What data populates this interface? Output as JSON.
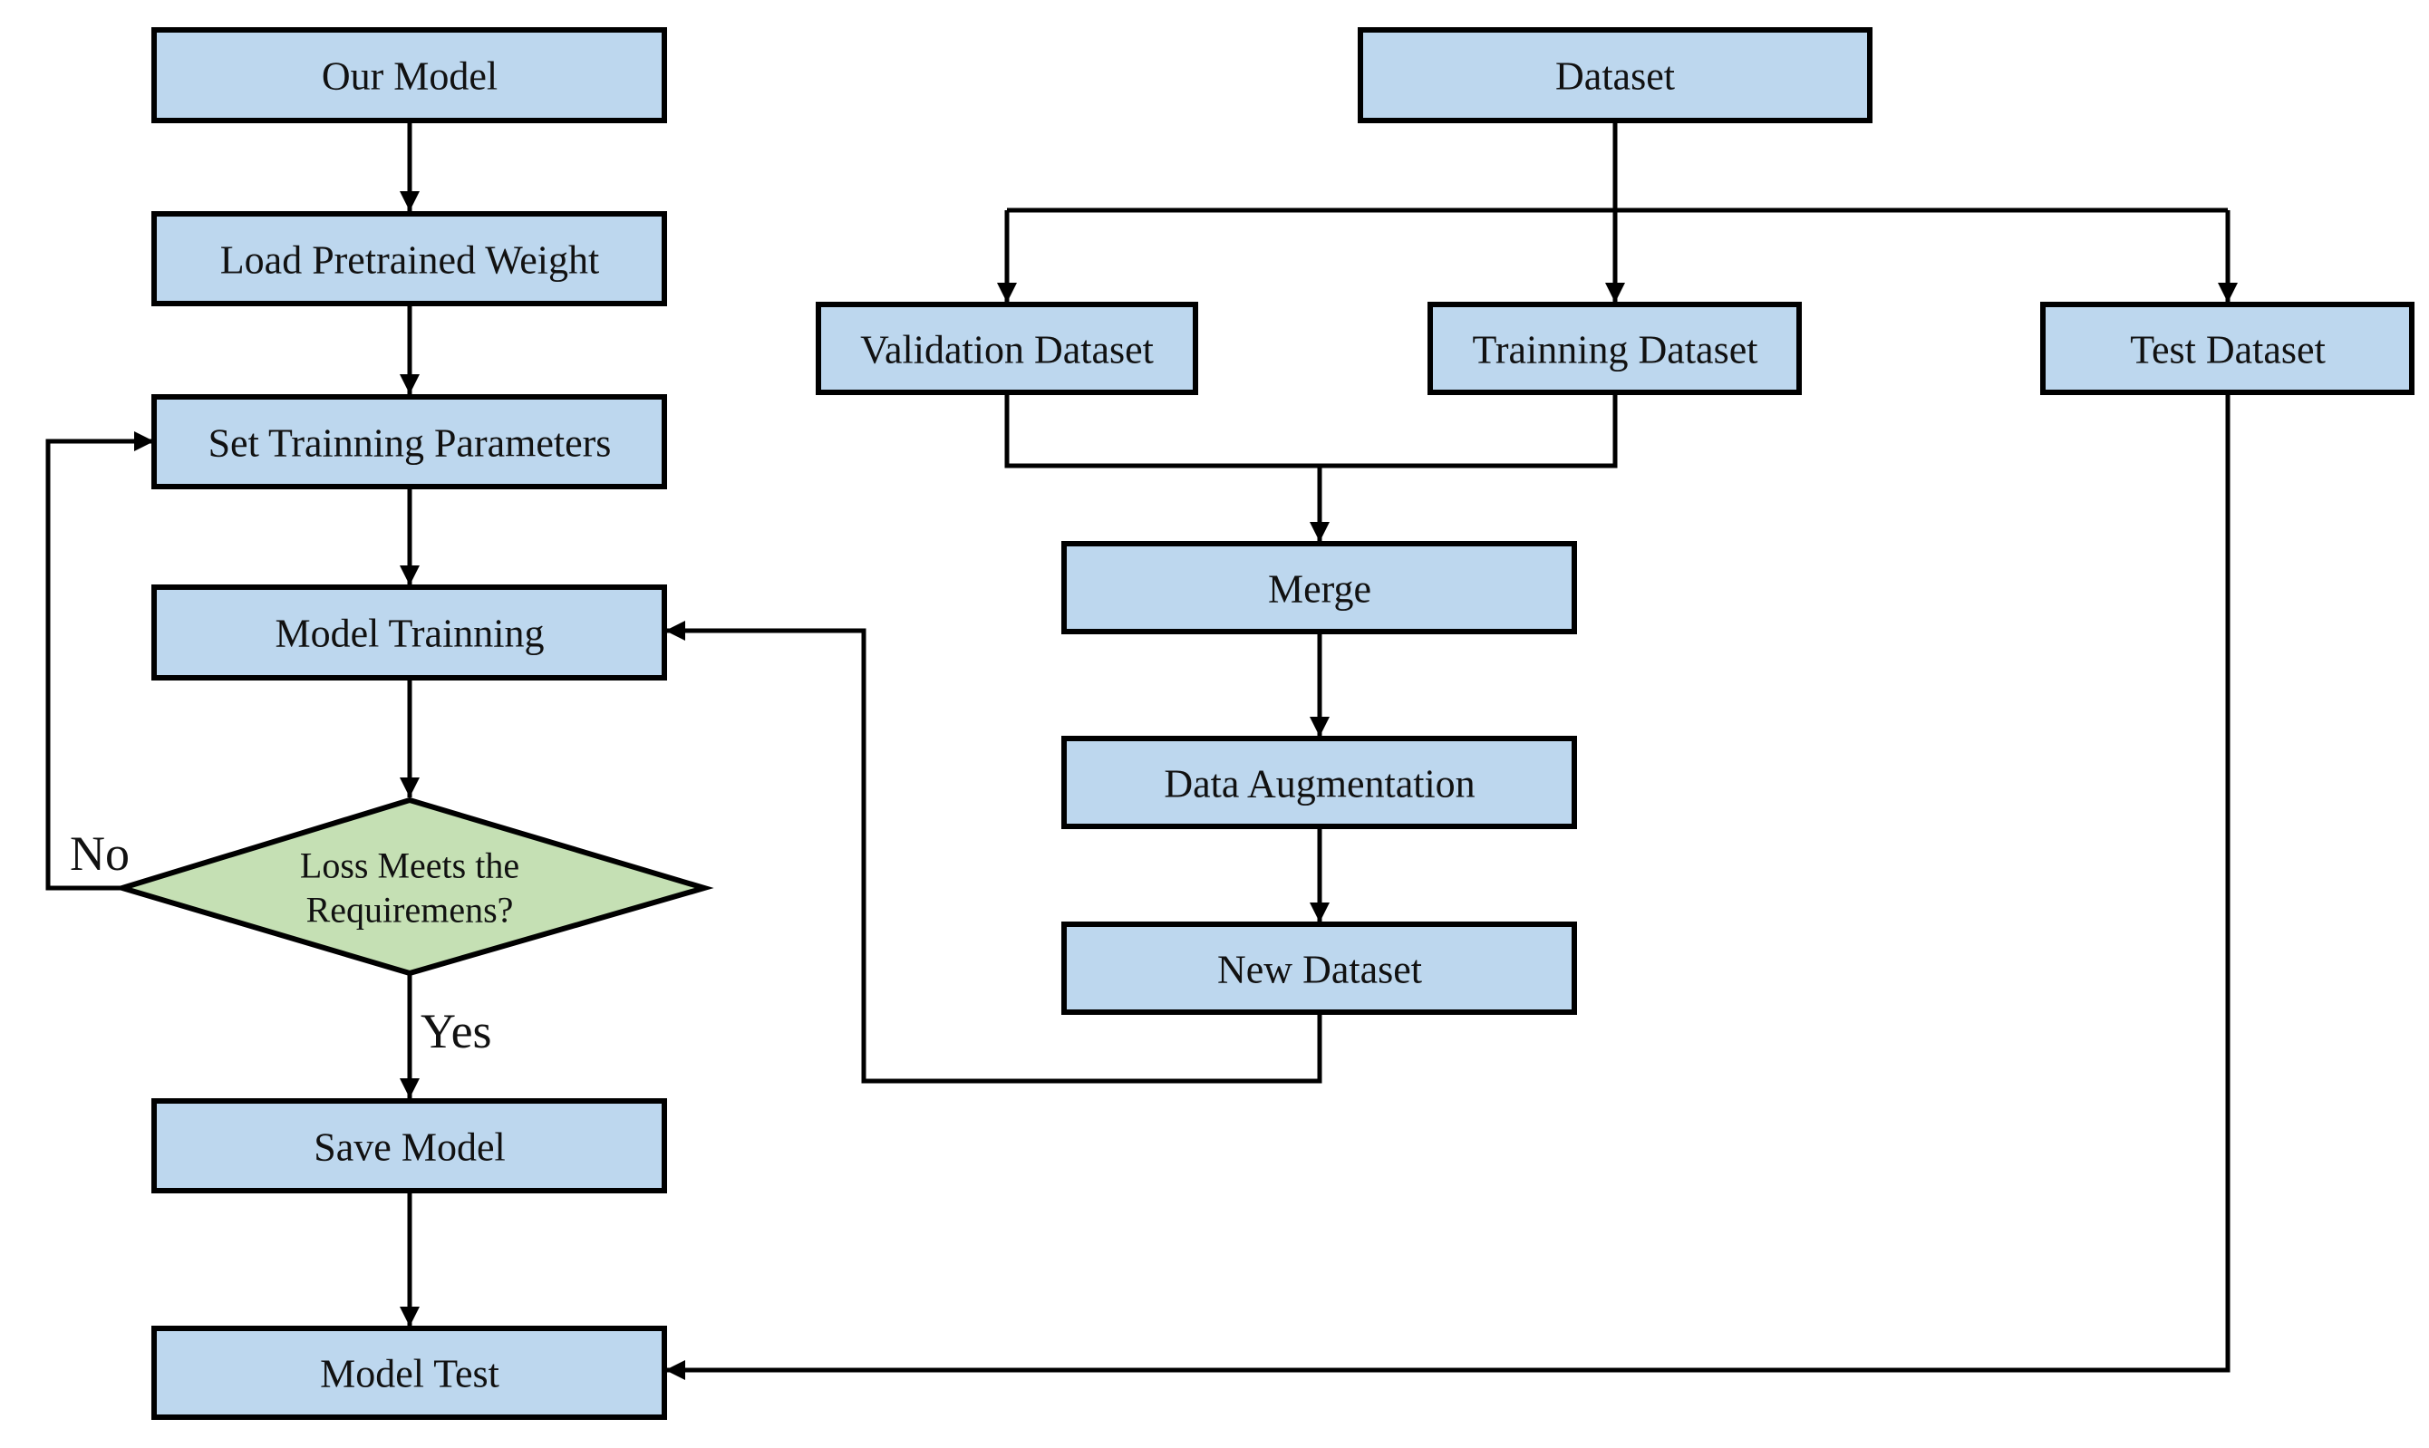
{
  "nodes": {
    "our_model": "Our Model",
    "load_weight": "Load Pretrained Weight",
    "set_params": "Set Trainning Parameters",
    "model_training": "Model Trainning",
    "decision_line1": "Loss Meets the",
    "decision_line2": "Requiremens?",
    "save_model": "Save Model",
    "model_test": "Model Test",
    "dataset": "Dataset",
    "validation": "Validation Dataset",
    "training": "Trainning Dataset",
    "test": "Test Dataset",
    "merge": "Merge",
    "augmentation": "Data Augmentation",
    "new_dataset": "New Dataset"
  },
  "edge_labels": {
    "no": "No",
    "yes": "Yes"
  },
  "colors": {
    "process_fill": "#bdd7ee",
    "decision_fill": "#c5e0b4",
    "stroke": "#000000"
  }
}
